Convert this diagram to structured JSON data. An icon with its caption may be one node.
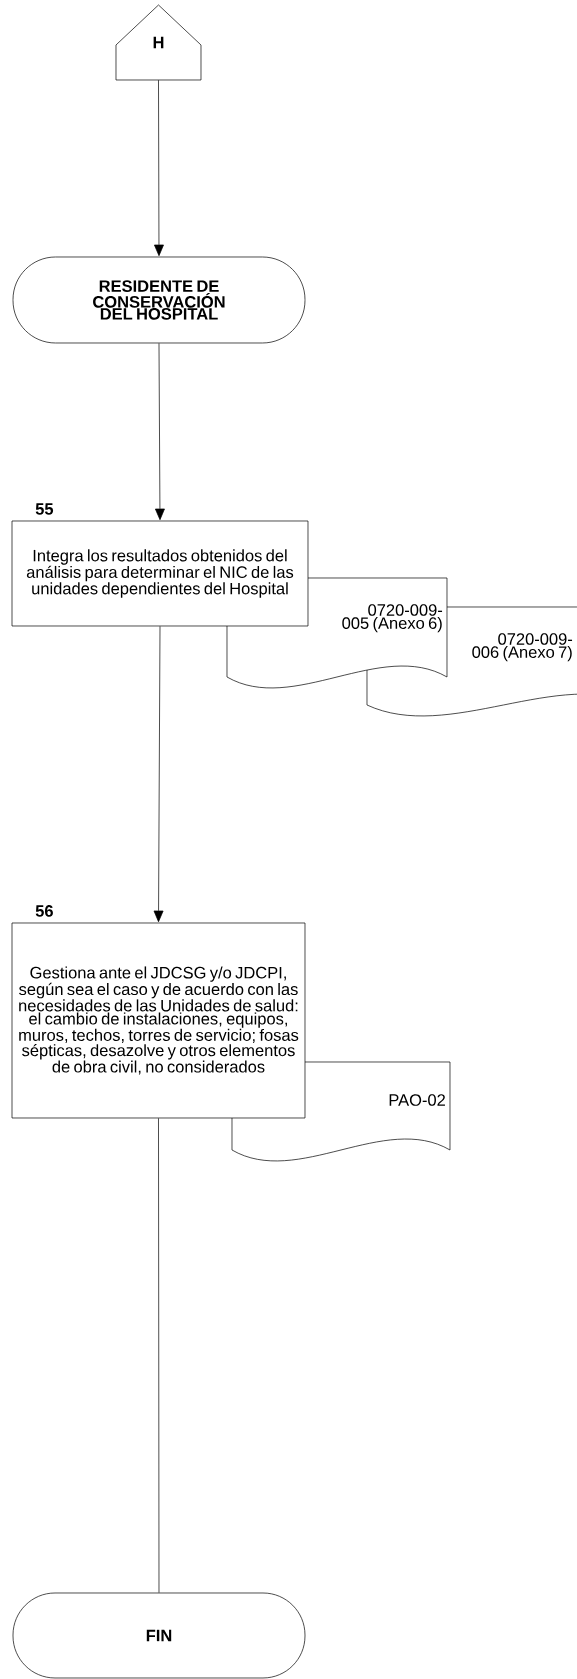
{
  "diagram": {
    "nodes": [
      {
        "text": [
          "H"
        ]
      },
      {
        "text": [
          "RESIDENTE DE CONSERVACIÓN DEL HOSPITAL"
        ]
      },
      {
        "text": [
          "Integra los resultados obtenidos del análisis para determinar el NIC de las unidades dependientes del Hospital"
        ],
        "beside": [
          "55"
        ]
      },
      {
        "text": [
          "0720-009-005 (Anexo 6)"
        ]
      },
      {
        "text": [
          "0720-009-006 (Anexo 7)"
        ]
      },
      {
        "text": [
          "Gestiona ante el JDCSG y/o JDCPI, según sea el caso y de acuerdo con las necesidades de las Unidades de salud: el cambio de instalaciones, equipos, muros, techos, torres de servicio; fosas sépticas, desazolve y otros elementos de obra civil, no considerados"
        ],
        "beside": [
          "56"
        ]
      },
      {
        "text": [
          "PAO-02"
        ]
      },
      {
        "text": [
          "FIN"
        ]
      }
    ],
    "edges": [
      {
        "from": 0,
        "to": 1,
        "arrow": "to"
      },
      {
        "from": 1,
        "to": 2,
        "arrow": "to"
      },
      {
        "from": 2,
        "to": 5,
        "arrow": "to"
      },
      {
        "from": 5,
        "to": 7,
        "arrow": "none"
      }
    ]
  }
}
